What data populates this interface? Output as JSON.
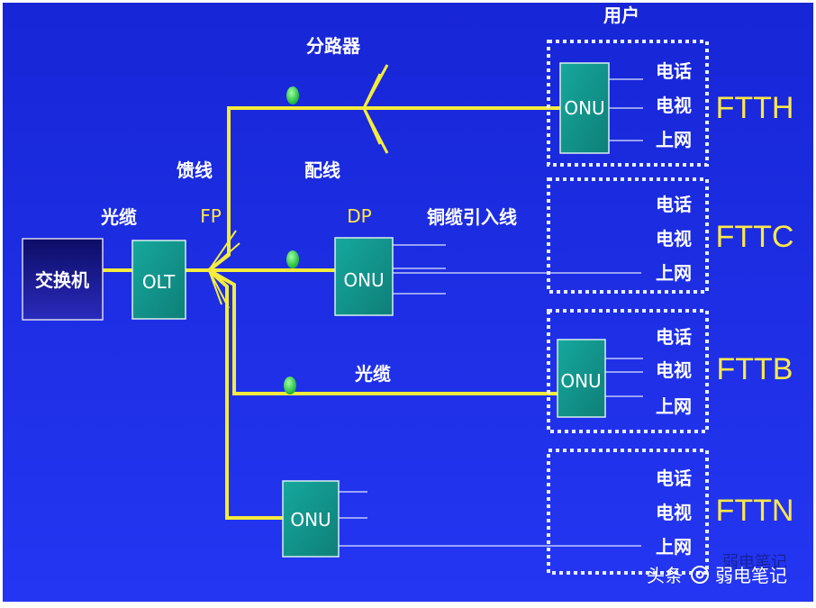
{
  "title": "",
  "nodes": {
    "exchange": "交换机",
    "olt": "OLT",
    "onu": "ONU"
  },
  "labels": {
    "cable_left": "光缆",
    "feeder": "馈线",
    "fp": "FP",
    "splitter": "分路器",
    "distribution": "配线",
    "dp": "DP",
    "copper_dropline": "铜缆引入线",
    "cable_mid": "光缆",
    "users": "用户"
  },
  "services": [
    "电话",
    "电视",
    "上网"
  ],
  "modes": [
    "FTTH",
    "FTTC",
    "FTTB",
    "FTTN"
  ],
  "watermark": {
    "platform": "头条",
    "at": "@",
    "account": "弱电笔记",
    "ghost": "弱电笔记"
  },
  "colors": {
    "background_top": "#1a2ad8",
    "background_bottom": "#2233f0",
    "fiber": "#f5ec3c",
    "onu_fill": "#129c92",
    "exchange_fill": "#1a1a8c",
    "marker": "#2fd64a",
    "label_yellow": "#ffe84a",
    "dotted_border": "#e8eefc"
  }
}
